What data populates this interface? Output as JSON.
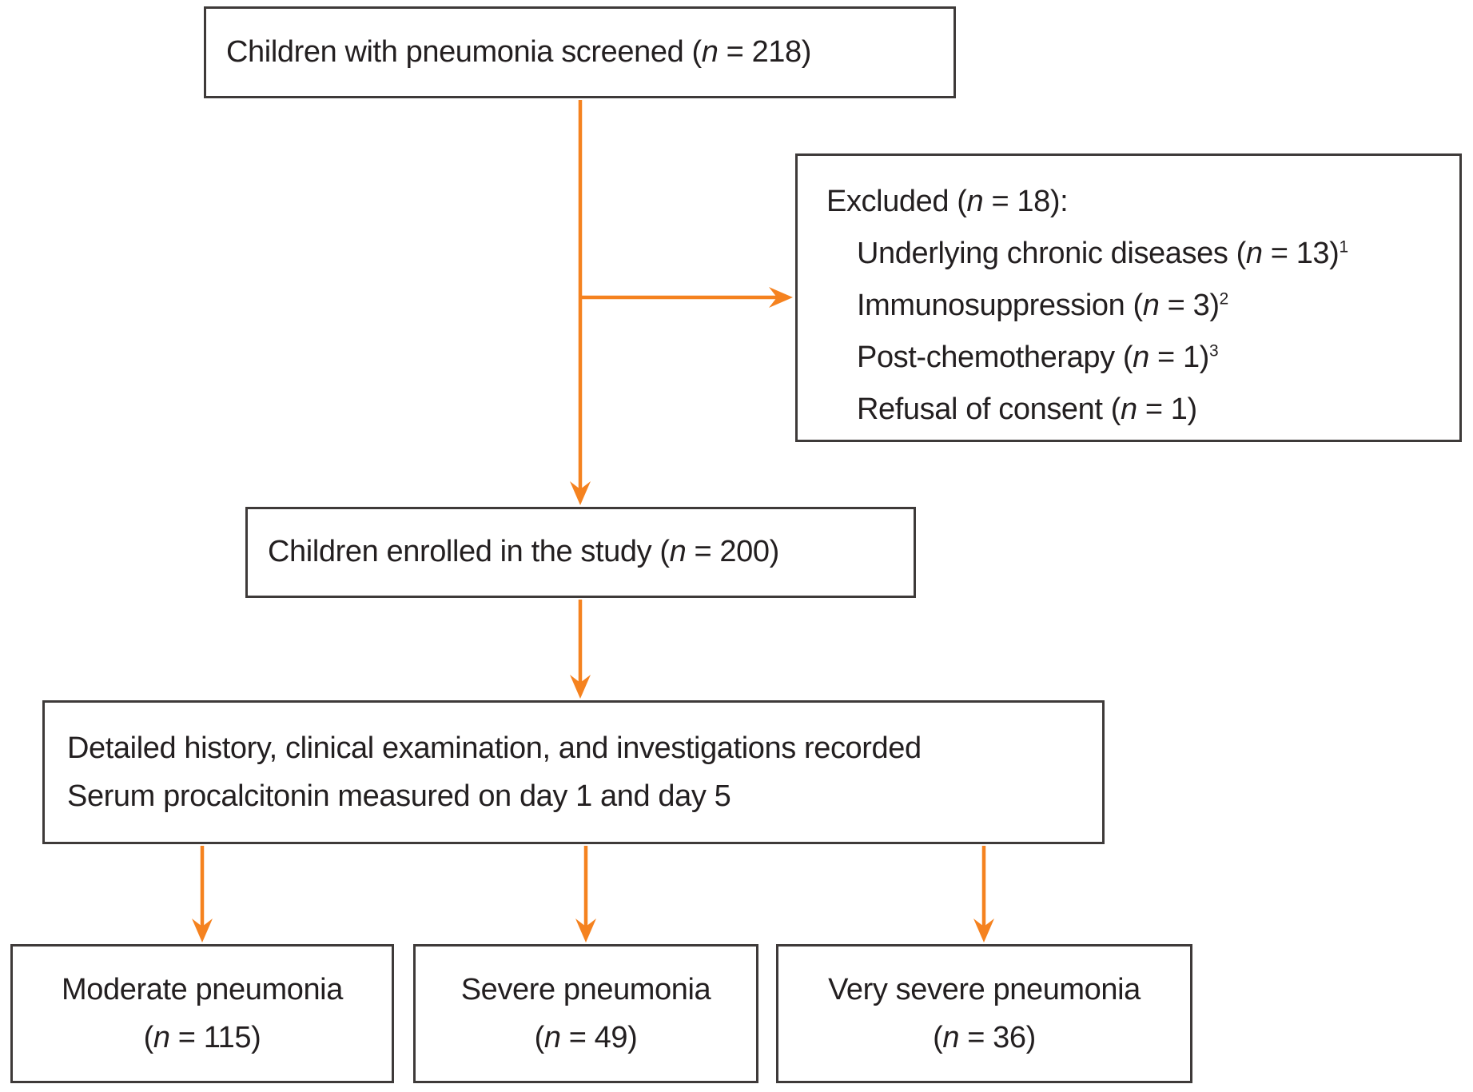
{
  "colors": {
    "arrow": "#f5821f",
    "box_border": "#3e3a39",
    "text": "#231f20",
    "background": "#ffffff"
  },
  "flowchart": {
    "screened": "Children with pneumonia screened (*n* = 218)",
    "excluded": {
      "title": "Excluded (*n* = 18):",
      "items": [
        "Underlying chronic diseases (*n* = 13)^1",
        "Immunosuppression (*n* = 3)^2",
        "Post-chemotherapy (*n* = 1)^3",
        "Refusal of consent (*n* = 1)"
      ]
    },
    "enrolled": "Children enrolled in the study (*n* = 200)",
    "procedures": [
      "Detailed history, clinical examination, and investigations recorded",
      "Serum procalcitonin measured on day 1 and day 5"
    ],
    "outcomes": [
      {
        "label": "Moderate pneumonia",
        "count": "(*n* = 115)"
      },
      {
        "label": "Severe pneumonia",
        "count": "(*n* = 49)"
      },
      {
        "label": "Very severe pneumonia",
        "count": "(*n* = 36)"
      }
    ]
  }
}
